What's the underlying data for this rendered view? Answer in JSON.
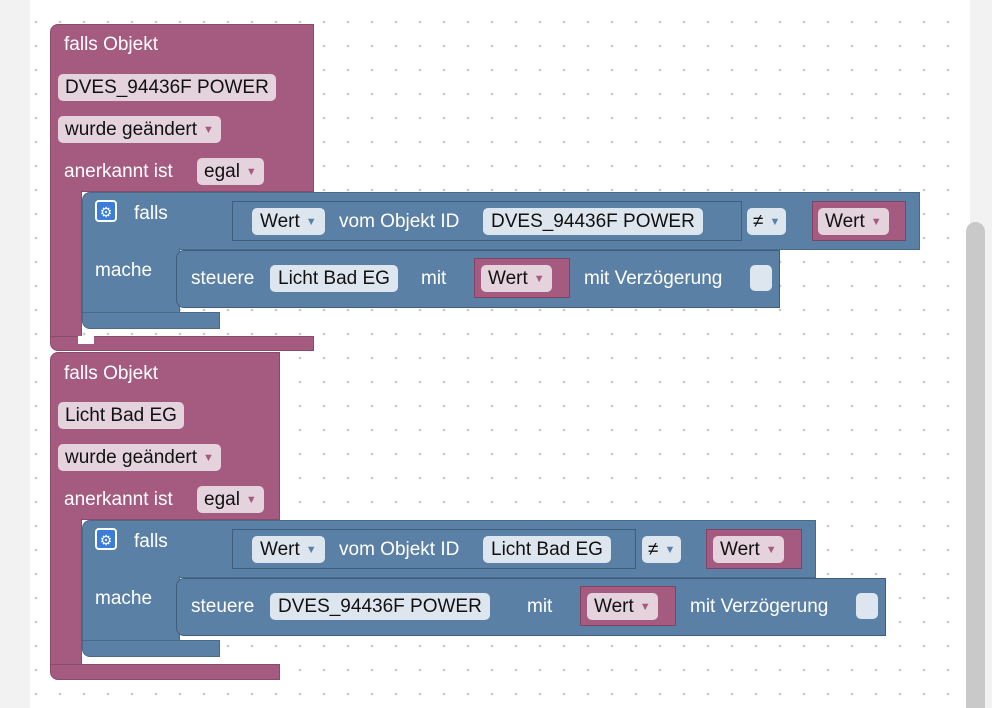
{
  "program": {
    "blocks": [
      {
        "event_title": "falls Objekt",
        "object_name": "DVES_94436F POWER",
        "trigger": "wurde geändert",
        "ack_label": "anerkannt ist",
        "ack_value": "egal",
        "if_label": "falls",
        "do_label": "mache",
        "value_dropdown": "Wert",
        "from_object_label": "vom Objekt ID",
        "from_object_id": "DVES_94436F POWER",
        "operator": "≠",
        "compare_value": "Wert",
        "control_label": "steuere",
        "control_target": "Licht Bad EG",
        "with_label": "mit",
        "control_value": "Wert",
        "delay_label": "mit Verzögerung"
      },
      {
        "event_title": "falls Objekt",
        "object_name": "Licht Bad EG",
        "trigger": "wurde geändert",
        "ack_label": "anerkannt ist",
        "ack_value": "egal",
        "if_label": "falls",
        "do_label": "mache",
        "value_dropdown": "Wert",
        "from_object_label": "vom Objekt ID",
        "from_object_id": "Licht Bad EG",
        "operator": "≠",
        "compare_value": "Wert",
        "control_label": "steuere",
        "control_target": "DVES_94436F POWER",
        "with_label": "mit",
        "control_value": "Wert",
        "delay_label": "mit Verzögerung"
      }
    ]
  },
  "colors": {
    "event_block": "#a55b80",
    "logic_block": "#5b80a5",
    "workspace": "#ffffff",
    "scrollbar": "#c9c9c9"
  },
  "icons": {
    "mutator": "gear-icon",
    "dropdown": "triangle-down-icon"
  }
}
